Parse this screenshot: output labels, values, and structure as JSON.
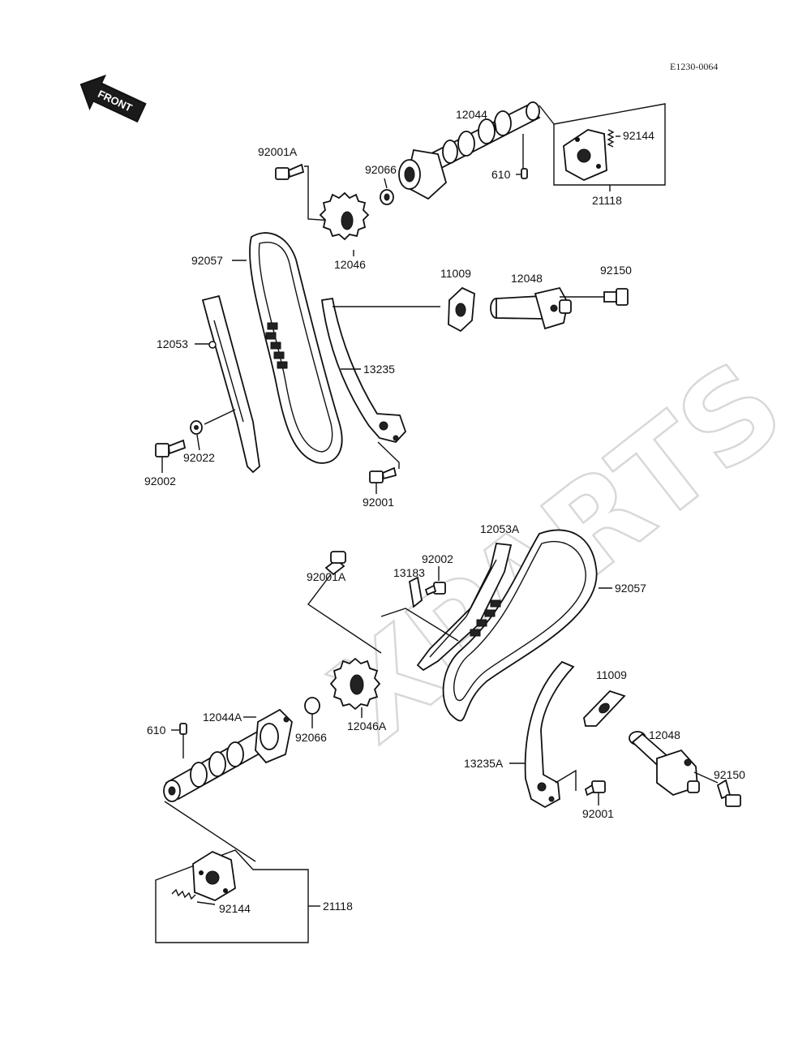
{
  "drawing_code": "E1230-0064",
  "front_label": "FRONT",
  "watermark": "XPARTS",
  "labels": {
    "p12044": "12044",
    "p92144_top": "92144",
    "p92001a_top": "92001A",
    "p92066_top": "92066",
    "p610_top": "610",
    "p21118_top": "21118",
    "p92057_top": "92057",
    "p12046": "12046",
    "p11009_top": "11009",
    "p12048_top": "12048",
    "p92150_top": "92150",
    "p12053": "12053",
    "p13235": "13235",
    "p92022": "92022",
    "p92002_top": "92002",
    "p92001_top": "92001",
    "p12053a": "12053A",
    "p92002_bot": "92002",
    "p13183": "13183",
    "p92001a_bot": "92001A",
    "p92057_bot": "92057",
    "p11009_bot": "11009",
    "p610_bot": "610",
    "p12044a": "12044A",
    "p92066_bot": "92066",
    "p12046a": "12046A",
    "p12048_bot": "12048",
    "p13235a": "13235A",
    "p92150_bot": "92150",
    "p92001_bot": "92001",
    "p92144_bot": "92144",
    "p21118_bot": "21118"
  }
}
